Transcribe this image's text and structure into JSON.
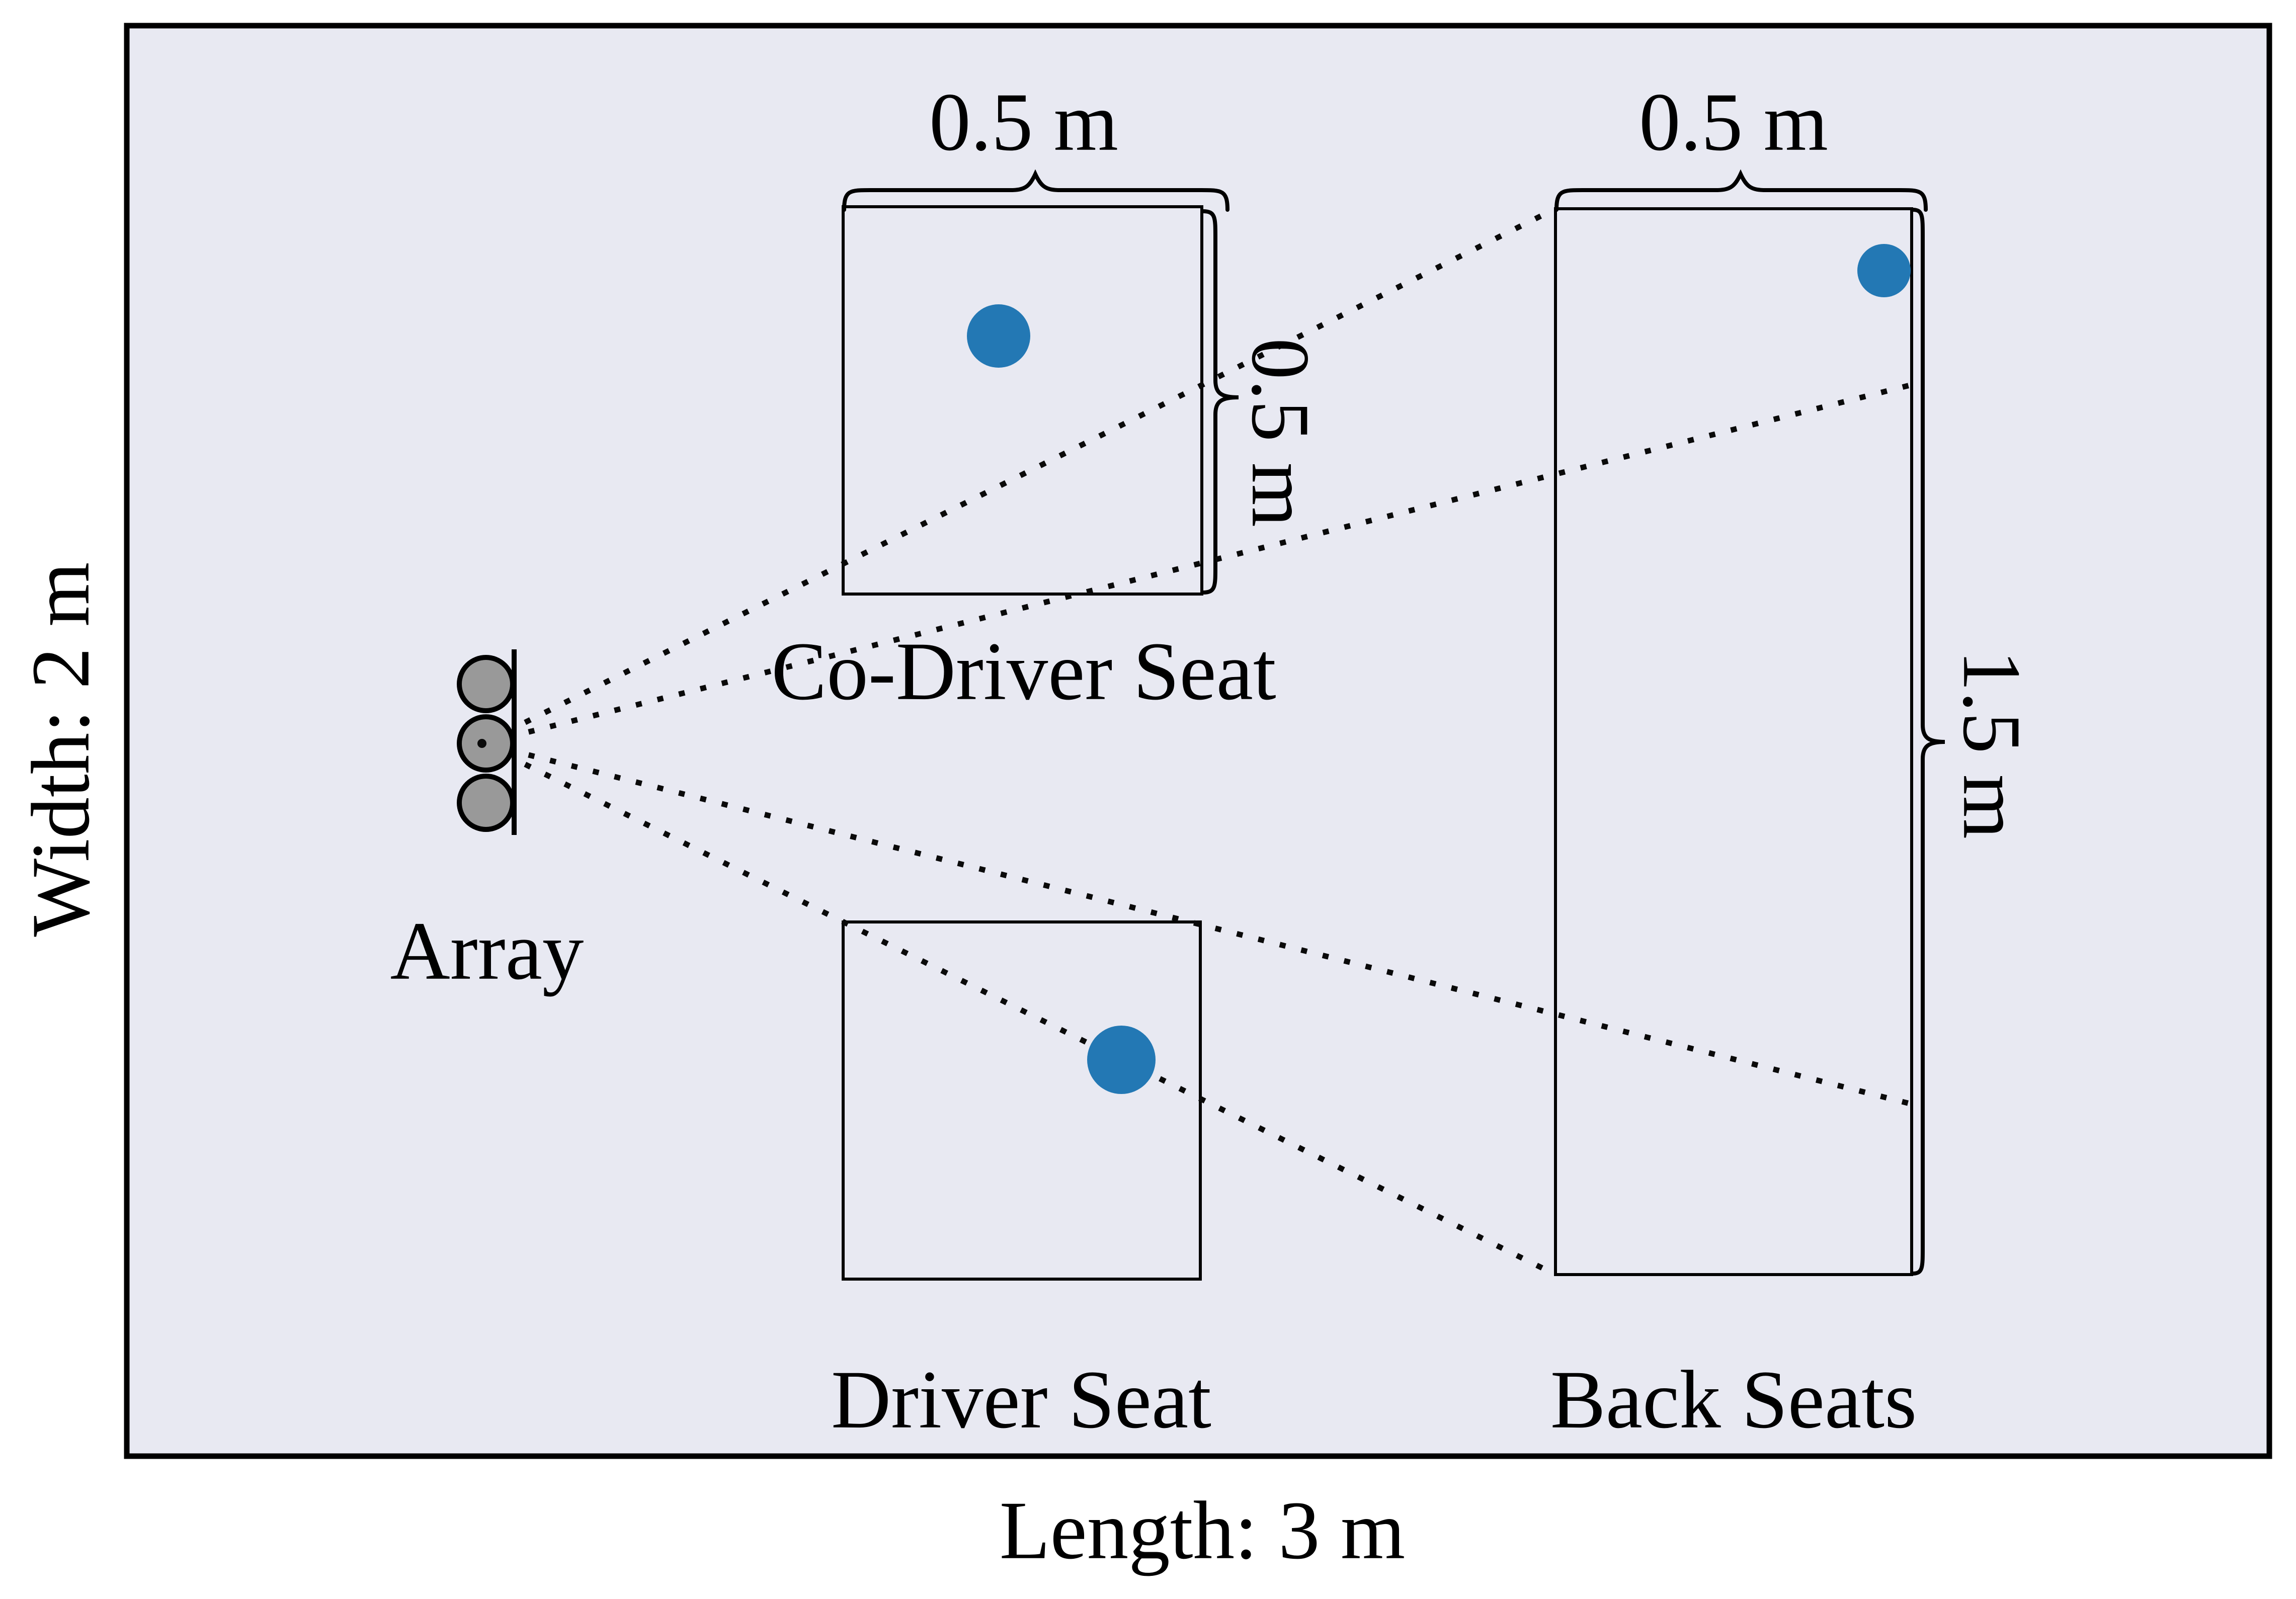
{
  "diagram": {
    "cabin": {
      "width_label": "Width: 2 m",
      "length_label": "Length: 3 m"
    },
    "array": {
      "label": "Array"
    },
    "seats": {
      "co_driver": {
        "label": "Co-Driver Seat",
        "width_label": "0.5 m",
        "depth_label": "0.5 m"
      },
      "driver": {
        "label": "Driver Seat"
      },
      "back": {
        "label": "Back Seats",
        "width_label": "0.5 m",
        "length_label": "1.5 m"
      }
    },
    "colors": {
      "cabin_fill": "#e8e9f2",
      "outline": "#000000",
      "occupant_dot": "#2378b4",
      "array_element": "#999999"
    }
  }
}
